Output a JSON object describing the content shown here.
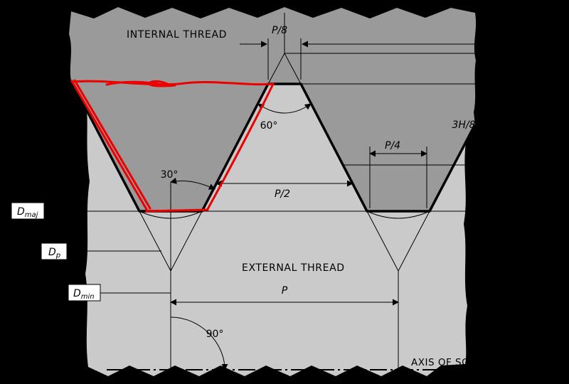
{
  "colors": {
    "background": "#000000",
    "internal_fill": "#9a9a9a",
    "external_fill": "#cacaca",
    "line": "#000000",
    "highlight": "#ee0000",
    "box_bg": "#ffffff"
  },
  "labels": {
    "internal_thread": "INTERNAL THREAD",
    "external_thread": "EXTERNAL THREAD",
    "axis_of_screw": "AXIS OF SCREW",
    "angle_60": "60°",
    "angle_30": "30°",
    "angle_90": "90°",
    "dim_p_8": "P/8",
    "dim_p_4": "P/4",
    "dim_p_2": "P/2",
    "dim_p": "P",
    "dim_3h_8": "3H/8",
    "d_maj": {
      "main": "D",
      "sub": "maj"
    },
    "d_p": {
      "main": "D",
      "sub": "p"
    },
    "d_min": {
      "main": "D",
      "sub": "min"
    }
  }
}
